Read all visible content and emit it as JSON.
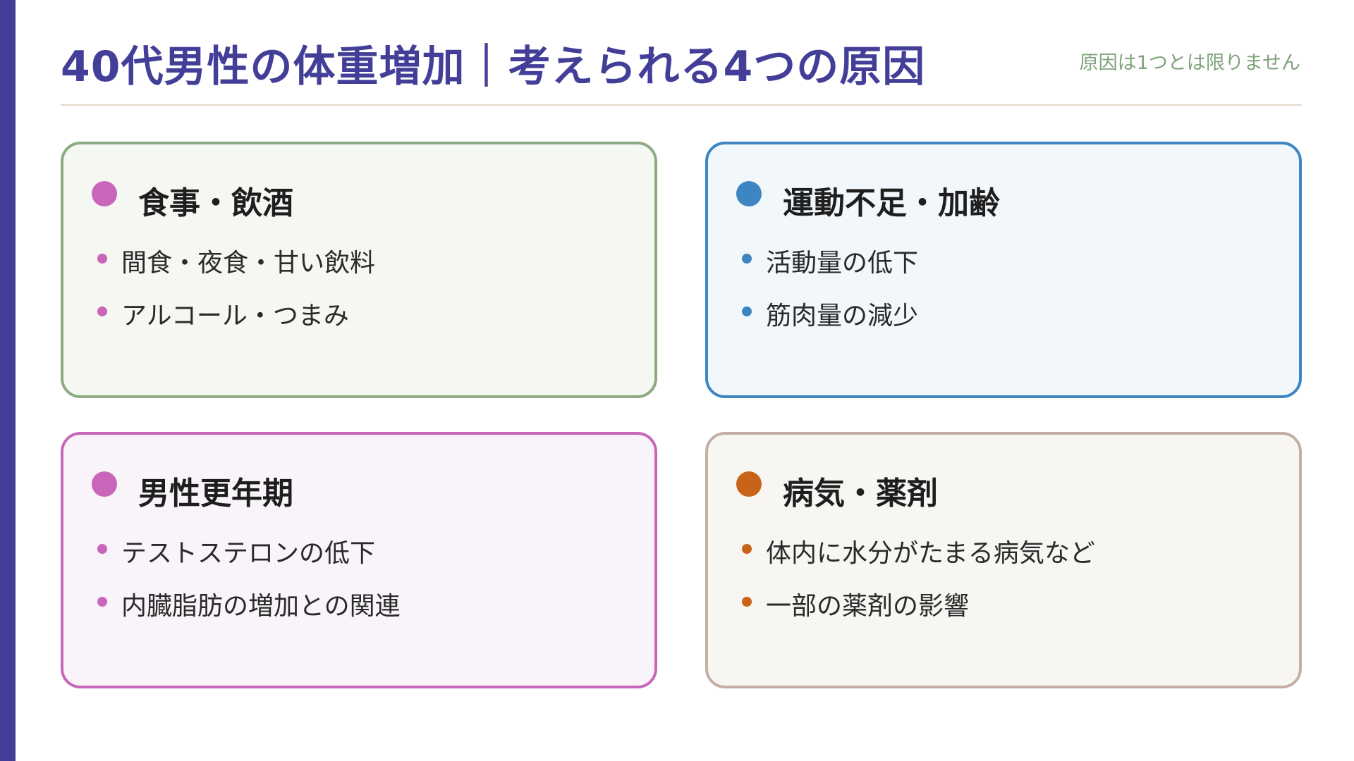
{
  "title": "40代男性の体重増加｜考えられる4つの原因",
  "subtitle": "原因は1つとは限りません",
  "cards": [
    {
      "title": "食事・飲酒",
      "border_color": "#8eaa82",
      "background_color": "#f4f7f2",
      "dot_color": "#c966b9",
      "items": [
        "間食・夜食・甘い飲料",
        "アルコール・つまみ"
      ]
    },
    {
      "title": "運動不足・加齢",
      "border_color": "#3d86c2",
      "background_color": "#f2f7fb",
      "dot_color": "#3d86c2",
      "items": [
        "活動量の低下",
        "筋肉量の減少"
      ]
    },
    {
      "title": "男性更年期",
      "border_color": "#c966b9",
      "background_color": "#f9f4f9",
      "dot_color": "#c966b9",
      "items": [
        "テストステロンの低下",
        "内臓脂肪の増加との関連"
      ]
    },
    {
      "title": "病気・薬剤",
      "border_color": "#c5aea3",
      "background_color": "#f8f6f3",
      "dot_color": "#c86419",
      "items": [
        "体内に水分がたまる病気など",
        "一部の薬剤の影響"
      ]
    }
  ],
  "colors": {
    "accent": "#433f98",
    "subtitle": "#7ea37a",
    "rule": "#e6d8cc"
  }
}
